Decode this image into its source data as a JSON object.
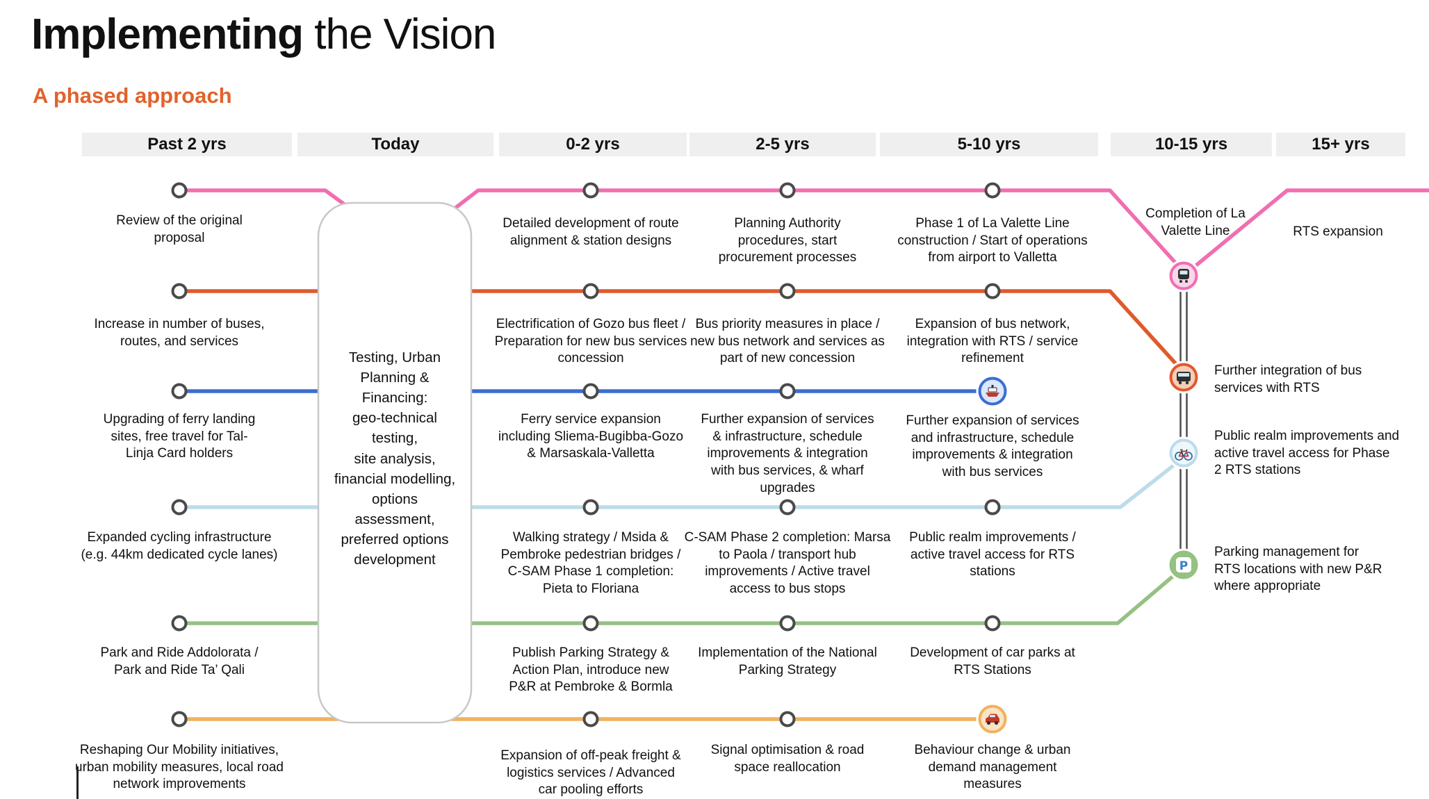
{
  "title": {
    "bold": "Implementing",
    "rest": " the Vision",
    "subtitle": "A phased approach"
  },
  "columns": [
    "Past 2 yrs",
    "Today",
    "0-2 yrs",
    "2-5 yrs",
    "5-10 yrs",
    "10-15 yrs",
    "15+ yrs"
  ],
  "today_box": "Testing, Urban\nPlanning &\nFinancing:\ngeo-technical\ntesting,\nsite analysis,\nfinancial modelling,\noptions\nassessment,\npreferred options\ndevelopment",
  "colors": {
    "rts": "#f06eb1",
    "bus": "#df5a2c",
    "ferry": "#3a6ed2",
    "active": "#bcdcea",
    "parking": "#95c183",
    "mobility": "#f0b25e",
    "subtitle": "#e2622b",
    "node_stroke": "#4a4a4a"
  },
  "lines": {
    "rts": {
      "labels": [
        "Review of the original proposal",
        "Detailed development of route alignment & station designs",
        "Planning Authority procedures, start procurement processes",
        "Phase 1 of La Valette Line construction / Start of operations from airport to Valletta",
        "Completion of La Valette Line",
        "RTS expansion"
      ]
    },
    "bus": {
      "labels": [
        "Increase in number of buses, routes, and services",
        "Electrification of Gozo bus fleet / Preparation for new bus services concession",
        "Bus priority measures in place / new bus network and services as part of new concession",
        "Expansion of bus network, integration with RTS / service refinement",
        "Further integration of bus services with RTS"
      ]
    },
    "ferry": {
      "labels": [
        "Upgrading of ferry landing sites, free travel for Tal-Linja Card holders",
        "Ferry service expansion including Sliema-Bugibba-Gozo & Marsaskala-Valletta",
        "Further expansion of services & infrastructure, schedule improvements & integration with bus services, & wharf upgrades",
        "Further expansion of services and infrastructure, schedule improvements & integration with bus services"
      ]
    },
    "active": {
      "labels": [
        "Expanded cycling infrastructure (e.g. 44km dedicated cycle lanes)",
        "Walking strategy / Msida & Pembroke pedestrian bridges / C-SAM Phase 1 completion: Pieta to Floriana",
        "C-SAM Phase 2 completion: Marsa to Paola / transport hub improvements / Active travel access to bus stops",
        "Public realm improvements / active travel access for RTS stations",
        "Public realm improvements and active travel access for Phase 2 RTS stations"
      ]
    },
    "parking": {
      "labels": [
        "Park and Ride Addolorata / Park and Ride Ta’ Qali",
        "Publish Parking Strategy & Action Plan, introduce new P&R at Pembroke & Bormla",
        "Implementation of the National Parking Strategy",
        "Development of car parks at RTS Stations",
        "Parking management for RTS locations with new P&R where appropriate"
      ]
    },
    "mobility": {
      "labels": [
        "Reshaping Our Mobility initiatives, urban mobility measures, local road network improvements",
        "Expansion of off-peak freight & logistics services / Advanced car pooling efforts",
        "Signal optimisation & road space reallocation",
        "Behaviour change & urban demand management measures"
      ]
    }
  }
}
